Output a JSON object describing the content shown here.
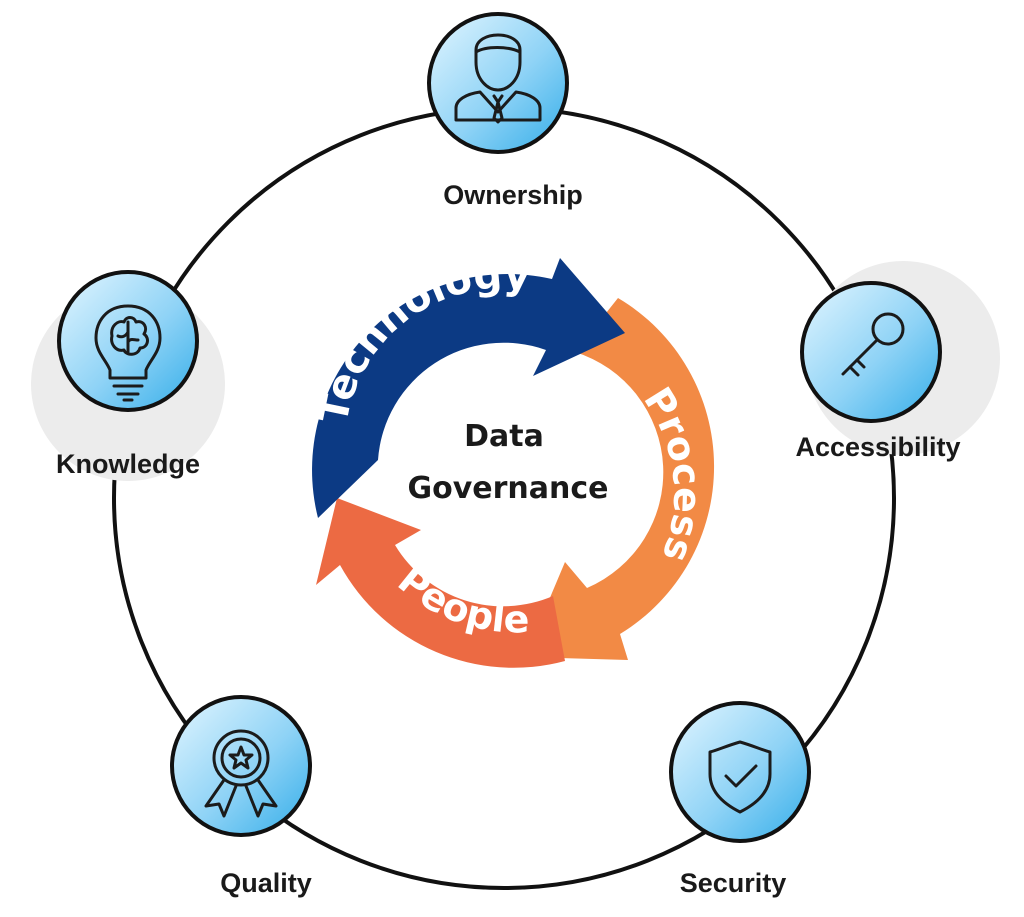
{
  "center": {
    "line1": "Data",
    "line2": "Governance"
  },
  "cycle": {
    "technology": "Technology",
    "process": "Process",
    "people": "People",
    "colors": {
      "technology": "#0c3a84",
      "process": "#f28a45",
      "people": "#ec6a43"
    }
  },
  "pillars": [
    {
      "id": "ownership",
      "label": "Ownership",
      "icon": "businessman-icon"
    },
    {
      "id": "accessibility",
      "label": "Accessibility",
      "icon": "key-icon"
    },
    {
      "id": "security",
      "label": "Security",
      "icon": "shield-check-icon"
    },
    {
      "id": "quality",
      "label": "Quality",
      "icon": "award-ribbon-icon"
    },
    {
      "id": "knowledge",
      "label": "Knowledge",
      "icon": "lightbulb-brain-icon"
    }
  ],
  "colors": {
    "node_fill_light": "#dff4ff",
    "node_fill_dark": "#39b2ef",
    "ring": "#111111",
    "shadow": "#ececec"
  }
}
